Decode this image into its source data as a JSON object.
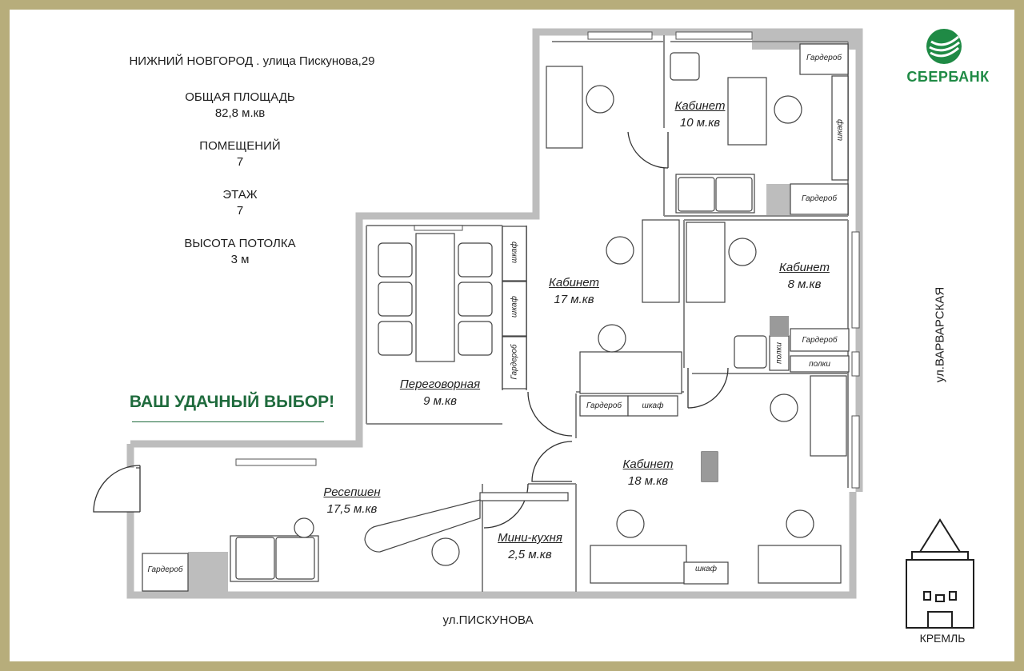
{
  "info": {
    "address": "НИЖНИЙ НОВГОРОД . улица Пискунова,29",
    "area_label": "ОБЩАЯ ПЛОЩАДЬ",
    "area_value": "82,8 м.кв",
    "rooms_label": "ПОМЕЩЕНИЙ",
    "rooms_value": "7",
    "floor_label": "ЭТАЖ",
    "floor_value": "7",
    "ceiling_label": "ВЫСОТА ПОТОЛКА",
    "ceiling_value": "3 м"
  },
  "slogan": "ВАШ УДАЧНЫЙ ВЫБОР!",
  "streets": {
    "bottom": "ул.ПИСКУНОВА",
    "right": "ул.ВАРВАРСКАЯ"
  },
  "logo": {
    "text": "СБЕРБАНК",
    "color": "#1f8a45"
  },
  "kremlin_label": "КРЕМЛЬ",
  "rooms": {
    "cabinet10": {
      "name": "Кабинет",
      "area": "10 м.кв"
    },
    "cabinet17": {
      "name": "Кабинет",
      "area": "17 м.кв"
    },
    "cabinet8": {
      "name": "Кабинет",
      "area": "8 м.кв"
    },
    "meeting": {
      "name": "Переговорная",
      "area": "9 м.кв"
    },
    "cabinet18": {
      "name": "Кабинет",
      "area": "18 м.кв"
    },
    "reception": {
      "name": "Ресепшен",
      "area": "17,5 м.кв"
    },
    "kitchen": {
      "name": "Мини-кухня",
      "area": "2,5 м.кв"
    }
  },
  "fixtures": {
    "wardrobe": "Гардероб",
    "cabinet": "шкаф",
    "shelves": "полки"
  },
  "colors": {
    "frame": "#b7ad7b",
    "wall": "#bdbdbd",
    "accent_green": "#1f6b3d"
  }
}
